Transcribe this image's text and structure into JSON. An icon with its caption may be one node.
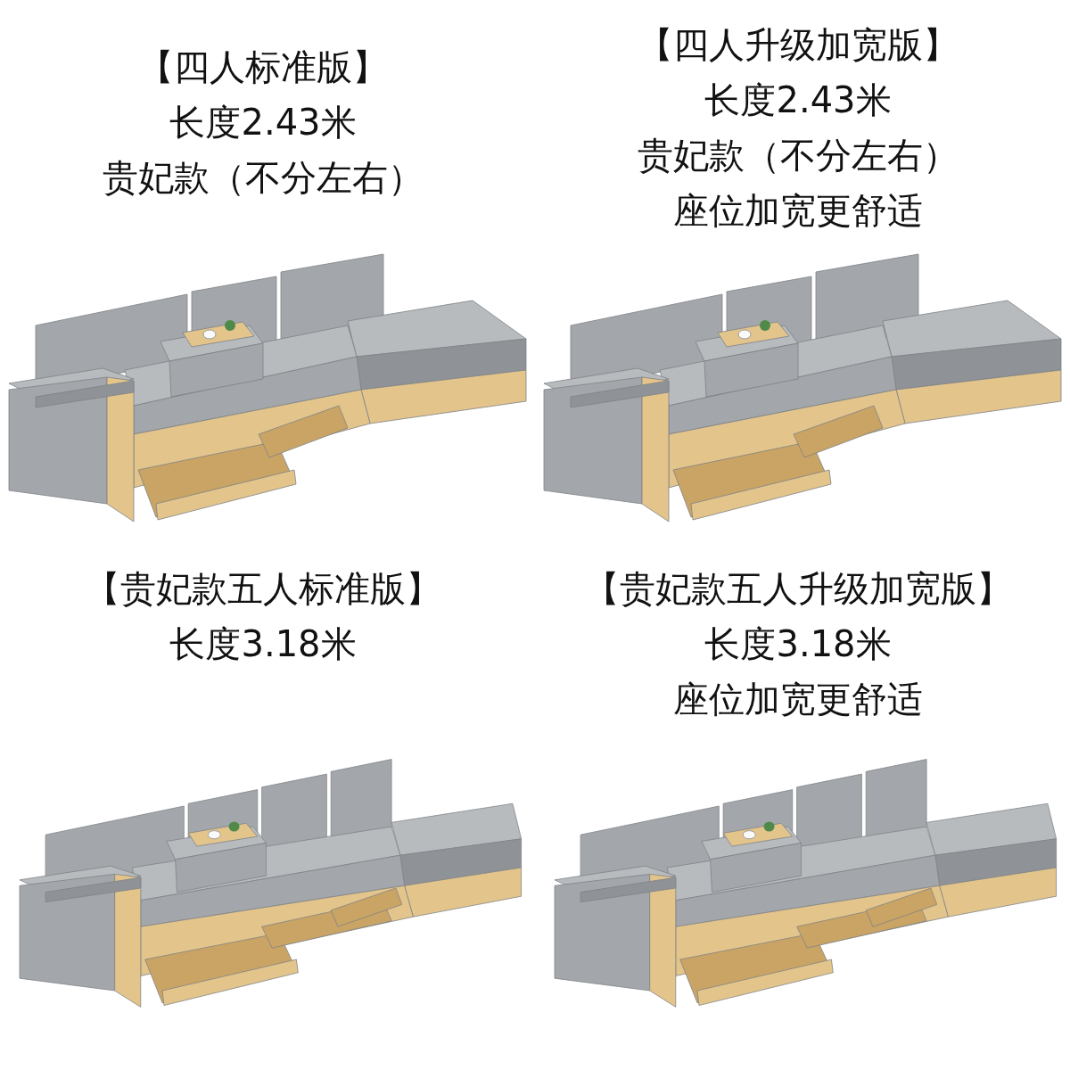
{
  "diagram": {
    "labels": [
      "【四人标准版】",
      "长度2.43米",
      "贵妃款（不分左右）",
      "【四人升级加宽版】",
      "长度2.43米",
      "贵妃款（不分左右）",
      "座位加宽更舒适",
      "【贵妃款五人标准版】",
      "长度3.18米",
      "【贵妃款五人升级加宽版】",
      "长度3.18米",
      "座位加宽更舒适"
    ]
  }
}
